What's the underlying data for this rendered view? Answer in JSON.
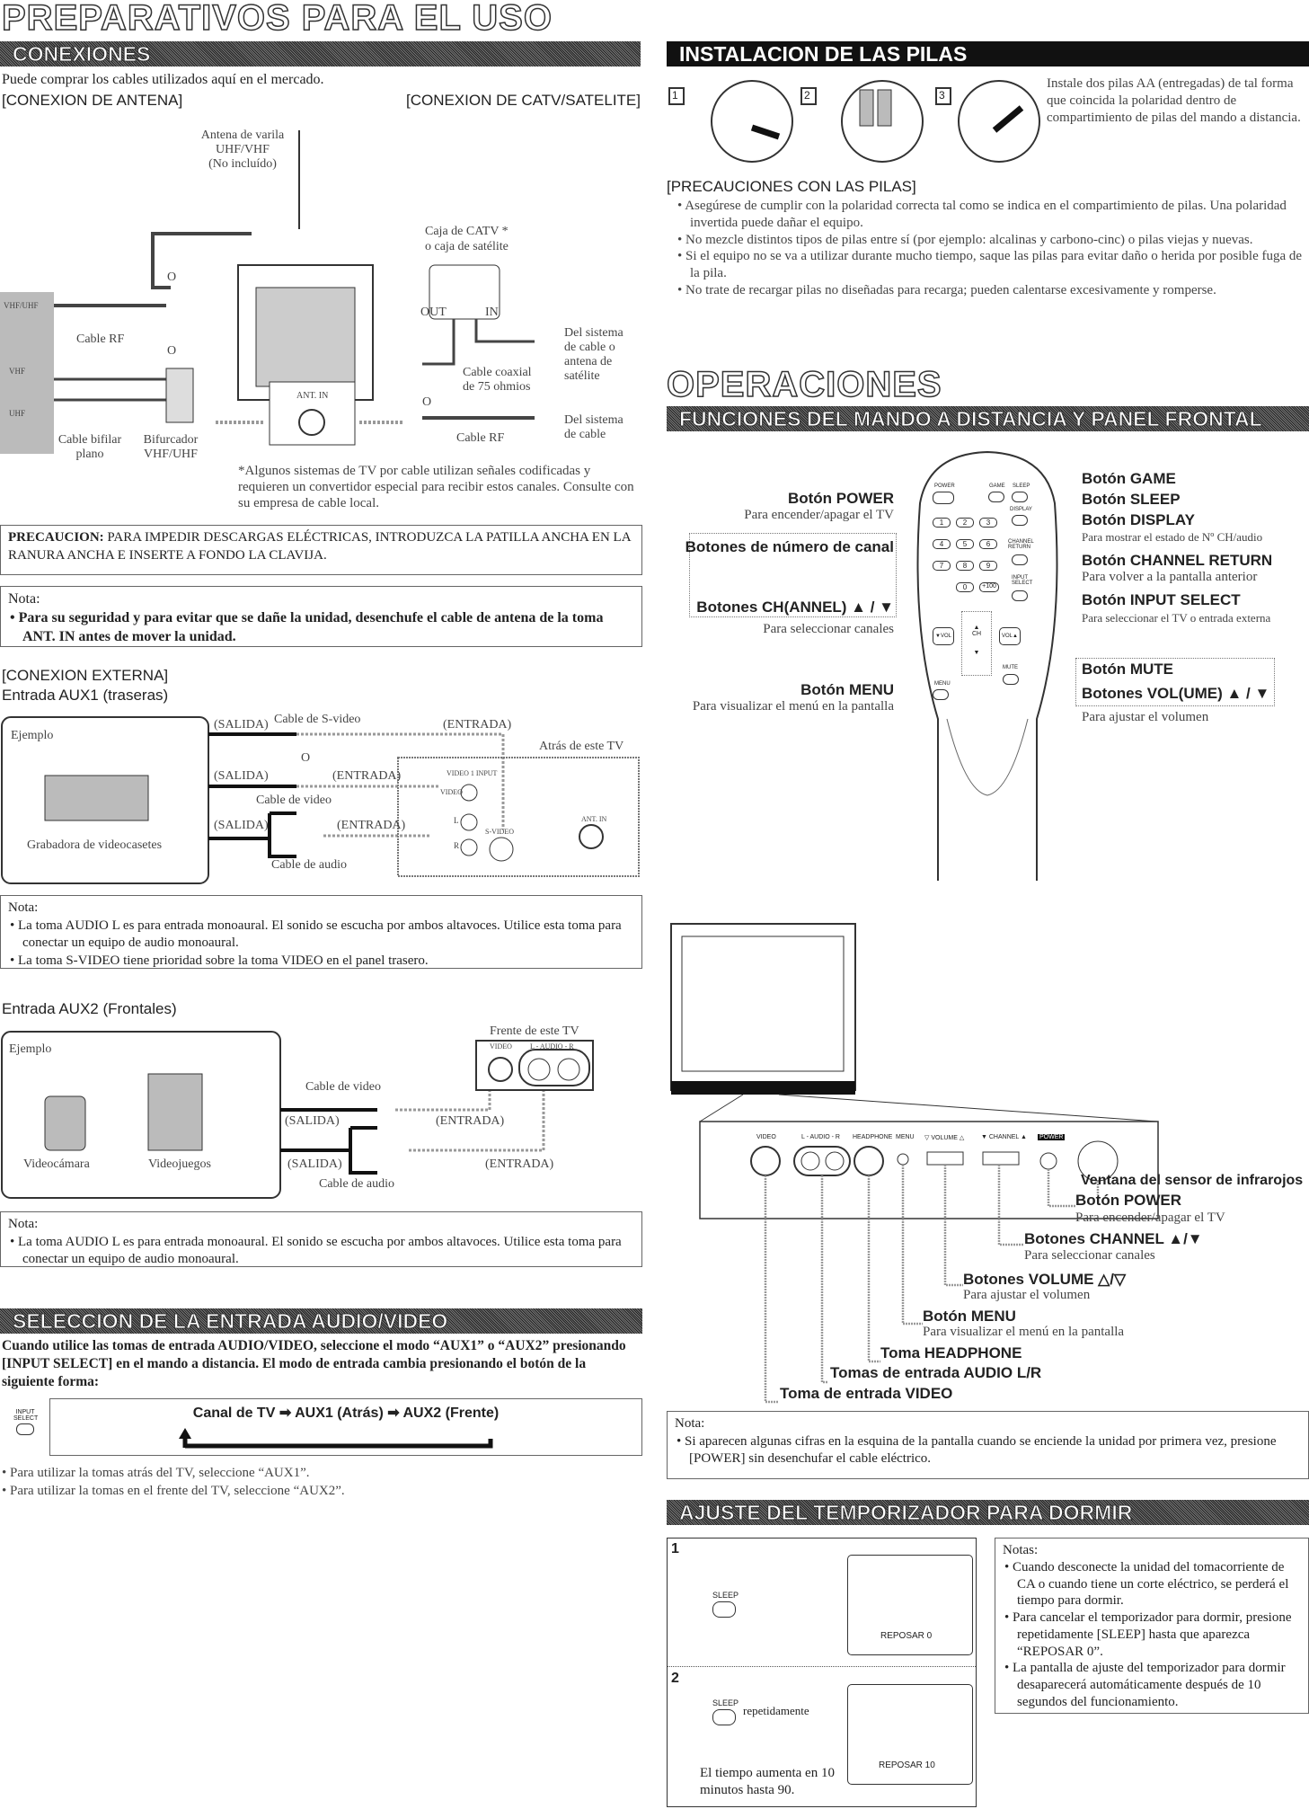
{
  "title": "PREPARATIVOS PARA EL USO",
  "conexiones": {
    "bar": "CONEXIONES",
    "intro": "Puede comprar los cables utilizados aquí en el mercado.",
    "antena_heading": "[CONEXION DE ANTENA]",
    "catv_heading": "[CONEXION DE CATV/SATELITE]",
    "labels": {
      "antena": "Antena de varila",
      "uhfvhf": "UHF/VHF",
      "no_incl": "(No incluído)",
      "o1": "O",
      "o2": "O",
      "o3": "O",
      "vhfuhf_wall": "VHF/UHF",
      "vhf": "VHF",
      "uhf": "UHF",
      "cable_rf": "Cable RF",
      "cable_bifilar": "Cable bifilar plano",
      "bifurcador": "Bifurcador VHF/UHF",
      "ant_in": "ANT. IN",
      "caja": "Caja de CATV *",
      "caja2": "o caja de satélite",
      "out": "OUT",
      "in": "IN",
      "del_sistema": "Del sistema de cable o antena de satélite",
      "coaxial": "Cable coaxial de 75 ohmios",
      "del_sistema2": "Del sistema de cable",
      "cable_rf2": "Cable RF"
    },
    "footnote": "*Algunos sistemas de TV por cable utilizan señales codificadas y requieren un convertidor especial para recibir estos canales. Consulte con su empresa de cable local.",
    "precaucion_label": "PRECAUCION:",
    "precaucion_text": " PARA IMPEDIR DESCARGAS ELÉCTRICAS, INTRODUZCA LA PATILLA ANCHA EN LA RANURA ANCHA E INSERTE A FONDO LA CLAVIJA.",
    "nota_label": "Nota:",
    "nota_text": "Para su seguridad y para evitar que se dañe la unidad, desenchufe el cable de antena de la toma ANT. IN antes de mover la unidad."
  },
  "externa": {
    "heading": "[CONEXION EXTERNA]",
    "aux1_title": "Entrada AUX1 (traseras)",
    "aux1": {
      "ejemplo": "Ejemplo",
      "vcr": "Grabadora de videocasetes",
      "salida1": "(SALIDA)",
      "salida2": "(SALIDA)",
      "salida3": "(SALIDA)",
      "svideo_cable": "Cable de S-video",
      "entrada1": "(ENTRADA)",
      "entrada2": "(ENTRADA)",
      "entrada3": "(ENTRADA)",
      "o": "O",
      "video_cable": "Cable de video",
      "audio_cable": "Cable de audio",
      "atras": "Atrás de este TV",
      "video1_input": "VIDEO 1 INPUT",
      "video": "VIDEO",
      "l": "L",
      "r": "R",
      "svideo": "S-VIDEO",
      "ant_in": "ANT. IN"
    },
    "nota1_label": "Nota:",
    "nota1": [
      "La toma AUDIO L es para entrada monoaural. El sonido se escucha por ambos altavoces. Utilice esta toma para conectar un equipo de audio monoaural.",
      "La toma S-VIDEO tiene prioridad sobre la toma VIDEO en el panel trasero."
    ],
    "aux2_title": "Entrada AUX2 (Frontales)",
    "aux2": {
      "ejemplo": "Ejemplo",
      "camara": "Videocámara",
      "juegos": "Videojuegos",
      "frente": "Frente de este TV",
      "video": "VIDEO",
      "audio": "L - AUDIO - R",
      "video_cable": "Cable de video",
      "salida1": "(SALIDA)",
      "salida2": "(SALIDA)",
      "entrada1": "(ENTRADA)",
      "entrada2": "(ENTRADA)",
      "audio_cable": "Cable de audio"
    },
    "nota2_label": "Nota:",
    "nota2": [
      "La toma AUDIO L es para entrada monoaural. El sonido se escucha por ambos altavoces. Utilice esta toma para conectar un equipo de audio monoaural."
    ]
  },
  "seleccion": {
    "bar": "SELECCION DE LA ENTRADA AUDIO/VIDEO",
    "para": "Cuando utilice las tomas de entrada AUDIO/VIDEO, seleccione el modo “AUX1” o “AUX2” presionando [INPUT SELECT] en el mando a distancia. El modo de entrada cambia presionando el botón de la siguiente forma:",
    "button": "INPUT SELECT",
    "flow": [
      "Canal de TV",
      "AUX1 (Atrás)",
      "AUX2 (Frente)"
    ],
    "bullets": [
      "Para utilizar la tomas atrás del TV, seleccione “AUX1”.",
      "Para utilizar la tomas en el frente del TV, seleccione “AUX2”."
    ]
  },
  "pilas": {
    "bar": "INSTALACION DE LAS PILAS",
    "steps": [
      "1",
      "2",
      "3"
    ],
    "text": "Instale dos pilas AA (entregadas) de tal forma que coincida la polaridad dentro de compartimiento de pilas del mando a distancia.",
    "prec_heading": "[PRECAUCIONES CON LAS PILAS]",
    "prec": [
      "Asegúrese de cumplir con la polaridad correcta tal como se indica en el compartimiento de pilas. Una polaridad invertida puede dañar el equipo.",
      "No mezcle distintos tipos de pilas entre sí (por ejemplo: alcalinas y carbono-cinc) o pilas viejas y nuevas.",
      "Si el equipo no se va a utilizar durante mucho tiempo, saque las pilas para evitar daño o herida por posible fuga de la pila.",
      "No trate de recargar pilas no diseñadas para recarga; pueden calentarse excesivamente y romperse."
    ]
  },
  "operaciones": {
    "title": "OPERACIONES",
    "bar": "FUNCIONES DEL MANDO A DISTANCIA Y PANEL FRONTAL",
    "remote_keys": {
      "power": "POWER",
      "game": "GAME",
      "sleep": "SLEEP",
      "display": "DISPLAY",
      "ch_return": "CHANNEL RETURN",
      "input": "INPUT SELECT",
      "menu": "MENU",
      "mute": "MUTE",
      "ch": "CH",
      "vol_l": "▼VOL",
      "vol_r": "VOL▲",
      "digits": [
        "1",
        "2",
        "3",
        "4",
        "5",
        "6",
        "7",
        "8",
        "9",
        "0",
        "+100"
      ]
    },
    "remote_left": {
      "power": "Botón POWER",
      "power_d": "Para encender/apagar el TV",
      "numeros": "Botones de número de canal",
      "ch": "Botones CH(ANNEL) ▲ / ▼",
      "ch_d": "Para seleccionar canales",
      "menu": "Botón MENU",
      "menu_d": "Para visualizar el menú en la pantalla"
    },
    "remote_right": {
      "game": "Botón GAME",
      "sleep": "Botón SLEEP",
      "display": "Botón DISPLAY",
      "display_d": "Para mostrar el estado de Nº CH/audio",
      "ret": "Botón CHANNEL RETURN",
      "ret_d": "Para volver a la pantalla anterior",
      "input": "Botón INPUT SELECT",
      "input_d": "Para seleccionar el TV o entrada externa",
      "mute": "Botón MUTE",
      "vol": "Botones VOL(UME) ▲ / ▼",
      "vol_d": "Para ajustar el volumen"
    },
    "panel_keys": {
      "video": "VIDEO",
      "audio": "L - AUDIO - R",
      "headphone": "HEADPHONE",
      "menu": "MENU",
      "volume": "▽ VOLUME △",
      "channel": "▼ CHANNEL ▲",
      "power": "POWER"
    },
    "panel_labels": {
      "sensor": "Ventana del sensor de infrarojos",
      "power": "Botón POWER",
      "power_d": "Para encender/apagar el TV",
      "channel": "Botones CHANNEL ▲/▼",
      "channel_d": "Para seleccionar canales",
      "volume": "Botones VOLUME △/▽",
      "volume_d": "Para ajustar el volumen",
      "menu": "Botón MENU",
      "menu_d": "Para visualizar el menú en la pantalla",
      "headphone": "Toma HEADPHONE",
      "audio": "Tomas de entrada AUDIO L/R",
      "video": "Toma de entrada VIDEO"
    },
    "nota_label": "Nota:",
    "nota": "Si aparecen algunas cifras en la esquina de la pantalla cuando se enciende la unidad por primera vez, presione [POWER] sin desenchufar el cable eléctrico."
  },
  "sleep": {
    "bar": "AJUSTE DEL TEMPORIZADOR PARA DORMIR",
    "step1": "1",
    "step2": "2",
    "button": "SLEEP",
    "button2": "SLEEP",
    "screen1": "REPOSAR 0",
    "screen2": "REPOSAR 10",
    "repeat": "repetidamente",
    "caption": "El tiempo aumenta en 10 minutos hasta 90.",
    "notas_label": "Notas:",
    "notas": [
      "Cuando desconecte la unidad del tomacorriente de CA o cuando tiene un corte eléctrico, se perderá el tiempo para dormir.",
      "Para cancelar el temporizador para dormir, presione repetidamente [SLEEP] hasta que aparezca “REPOSAR 0”.",
      "La pantalla de ajuste del temporizador para dormir desaparecerá automáticamente después de 10 segundos del funcionamiento."
    ]
  }
}
